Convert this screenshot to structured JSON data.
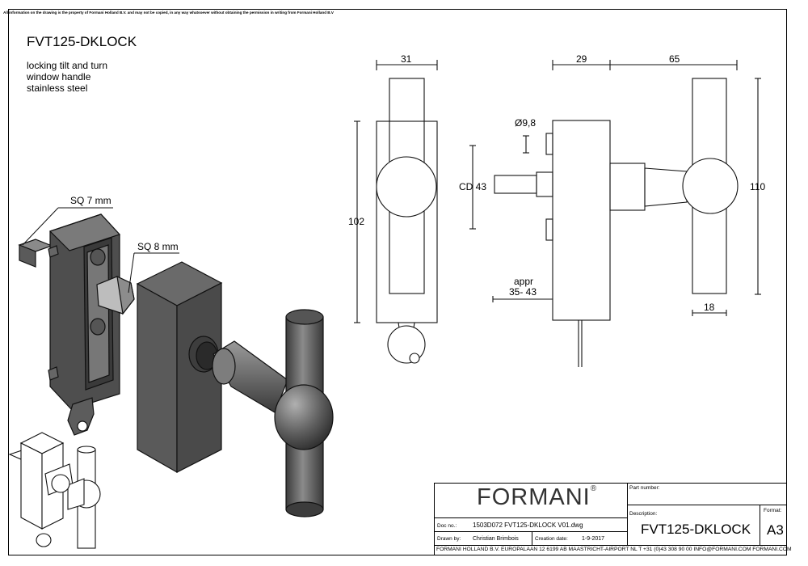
{
  "notice": "All information on the drawing is the property of Formani Holland B.V. and may not be copied, in any way whatsoever without obtaining the permission in writing from Formani Holland B.V",
  "product": {
    "code": "FVT125-DKLOCK",
    "desc_lines": [
      "locking tilt and turn",
      "window handle",
      "stainless steel"
    ]
  },
  "iso_labels": {
    "sq7": "SQ 7 mm",
    "sq8": "SQ 8 mm"
  },
  "dims": {
    "front_width": "31",
    "front_height": "102",
    "side_a": "29",
    "side_b": "65",
    "diameter": "Ø9,8",
    "cd": "CD 43",
    "height_total": "110",
    "appr_1": "appr",
    "appr_2": "35- 43",
    "grip": "18"
  },
  "title_block": {
    "logo": "FORMANI",
    "logo_reg": "®",
    "part_number_label": "Part number:",
    "description_label": "Description:",
    "description_value": "FVT125-DKLOCK",
    "format_label": "Format:",
    "format_value": "A3",
    "doc_label": "Doc no.:",
    "doc_value": "1503D072 FVT125-DKLOCK V01.dwg",
    "drawn_label": "Drawn by:",
    "drawn_value": "Christian Brimbois",
    "creation_label": "Creation date:",
    "creation_value": "1-9-2017",
    "footer": "FORMANI HOLLAND B.V.  EUROPALAAN 12  6199 AB MAASTRICHT-AIRPORT NL  T +31 (0)43 308 90 00 INFO@FORMANI.COM FORMANI.COM"
  }
}
